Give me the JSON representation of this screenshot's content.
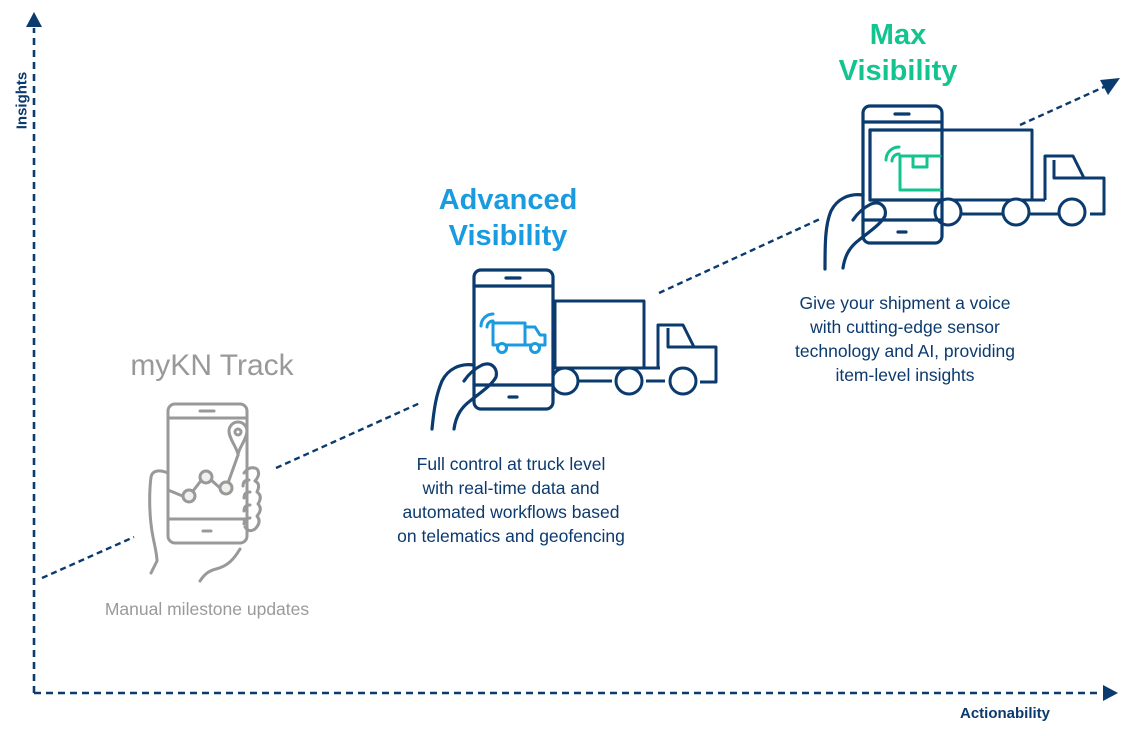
{
  "axes": {
    "y_label": "Insights",
    "x_label": "Actionability"
  },
  "colors": {
    "navy": "#0b3a6e",
    "gray": "#999999",
    "blue": "#1a9be0",
    "green": "#13c48f"
  },
  "stages": [
    {
      "title": "myKN Track",
      "description_lines": [
        "Manual milestone updates"
      ],
      "icon": "phone-map-route-icon"
    },
    {
      "title_lines": [
        "Advanced",
        "Visibility"
      ],
      "description_lines": [
        "Full control at truck level",
        "with real-time data and",
        "automated workflows based",
        "on telematics and geofencing"
      ],
      "icon": "phone-truck-signal-icon"
    },
    {
      "title_lines": [
        "Max",
        "Visibility"
      ],
      "description_lines": [
        "Give your shipment a voice",
        "with cutting-edge sensor",
        "technology and AI, providing",
        "item-level insights"
      ],
      "icon": "phone-package-signal-icon"
    }
  ]
}
